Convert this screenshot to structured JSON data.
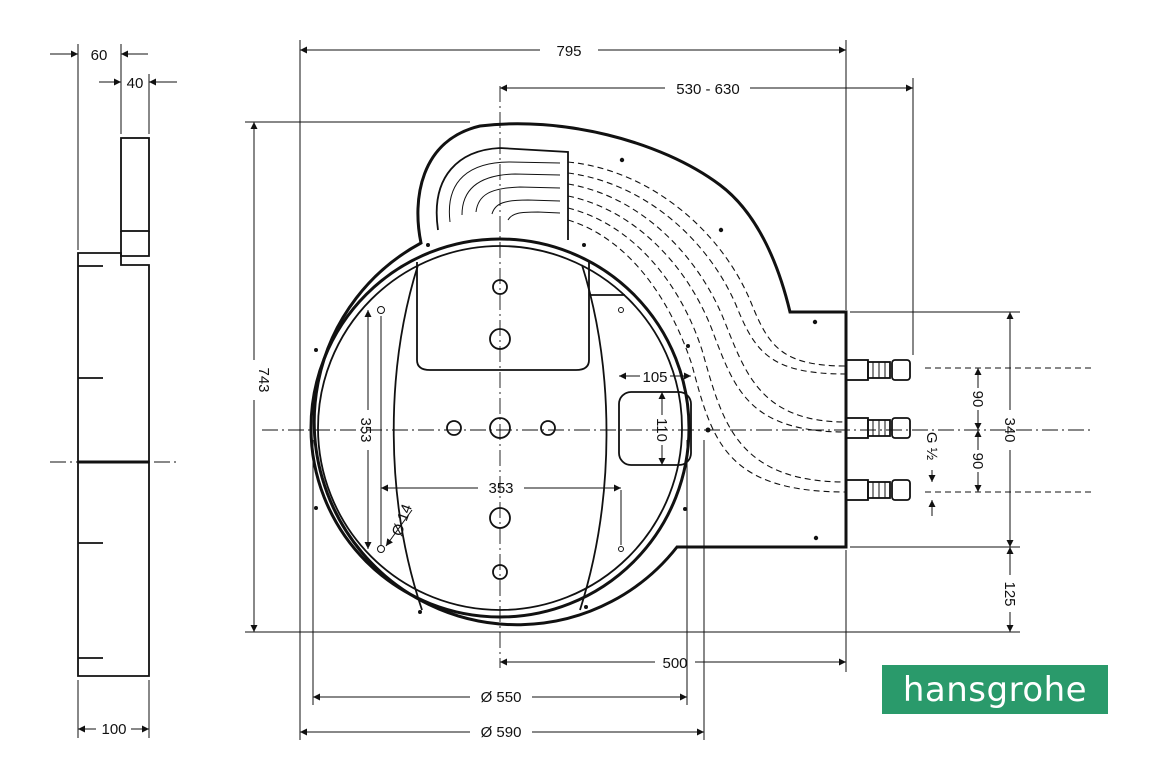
{
  "dimensions": {
    "side_top_60": "60",
    "side_top_40": "40",
    "side_bottom_100": "100",
    "overall_width_795": "795",
    "connection_range": "530 - 630",
    "overall_height_743": "743",
    "mount_height_353": "353",
    "mount_width_353": "353",
    "box_width_105": "105",
    "box_height_110": "110",
    "hole_diameter": "Ø 14",
    "spacing_90_upper": "90",
    "spacing_90_lower": "90",
    "thread_size": "G ½",
    "connection_span_340": "340",
    "bottom_offset_125": "125",
    "center_offset_500": "500",
    "diameter_550": "Ø 550",
    "diameter_590": "Ø 590"
  },
  "brand": {
    "logo_text": "hansgrohe",
    "logo_color": "#2a9a6b"
  }
}
